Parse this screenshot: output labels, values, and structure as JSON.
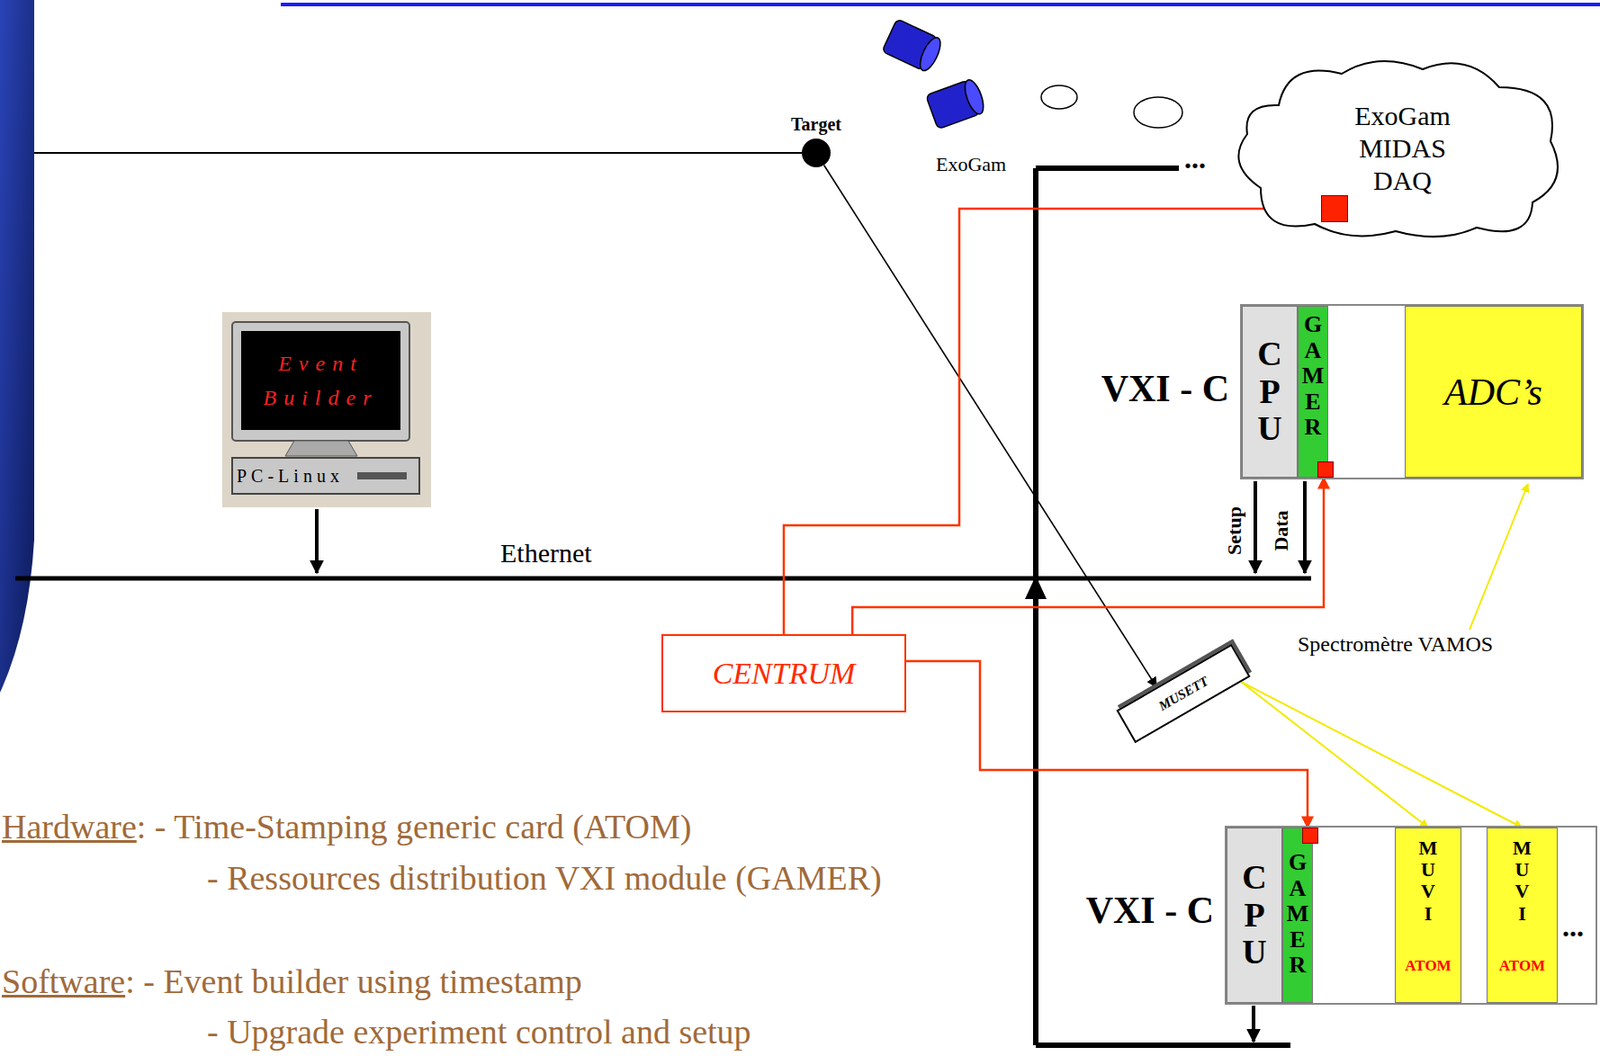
{
  "diagram": {
    "nodes": [
      {
        "text": [
          "Target"
        ]
      },
      {
        "text": [
          "ExoGam MIDAS DAQ"
        ]
      },
      {
        "text": [
          "Event Builder",
          "PC-Linux"
        ]
      },
      {
        "text": [
          "VXI - C"
        ]
      },
      {
        "text": [
          "CPU"
        ],
        "in": 3
      },
      {
        "text": [
          "GAMER"
        ],
        "in": 3
      },
      {
        "text": [
          "ADC’s"
        ],
        "in": 3
      },
      {
        "text": [
          "CENTRUM"
        ]
      },
      {
        "text": [
          "MUSETT"
        ]
      },
      {
        "text": [
          "VXI - C"
        ]
      },
      {
        "text": [
          "CPU"
        ],
        "in": 9
      },
      {
        "text": [
          "GAMER"
        ],
        "in": 9
      },
      {
        "text": [
          "MUVI",
          "ATOM"
        ],
        "in": 9
      },
      {
        "text": [
          "MUVI",
          "ATOM"
        ],
        "in": 9
      }
    ],
    "edges": [
      {
        "from": 0,
        "to": 8,
        "arrow": "to"
      },
      {
        "from": 7,
        "to": 1,
        "arrow": "to"
      },
      {
        "from": 7,
        "to": 5,
        "arrow": "to"
      },
      {
        "from": 7,
        "to": 11,
        "arrow": "to"
      },
      {
        "from": 5,
        "to": 6,
        "arrow": "to"
      },
      {
        "from": 5,
        "to": 6,
        "arrow": "to"
      },
      {
        "from": 8,
        "to": 12,
        "arrow": "to"
      },
      {
        "from": 8,
        "to": 13,
        "arrow": "to"
      },
      {
        "from": 11,
        "to": 12,
        "arrow": "to"
      },
      {
        "from": 12,
        "to": 13,
        "arrow": "to"
      },
      {
        "from": 11,
        "to": 12,
        "arrow": "to"
      },
      {
        "from": 12,
        "to": 13,
        "arrow": "to"
      }
    ],
    "labels": [
      "ExoGam",
      "...",
      "Ethernet",
      "Setup",
      "Data",
      "Spectromètre VAMOS",
      "...",
      "Hardware",
      ": - Time-Stamping generic card (ATOM)",
      "- Ressources distribution VXI module (GAMER)",
      "Software",
      ": - Event builder using timestamp",
      "- Upgrade experiment control and setup"
    ]
  }
}
